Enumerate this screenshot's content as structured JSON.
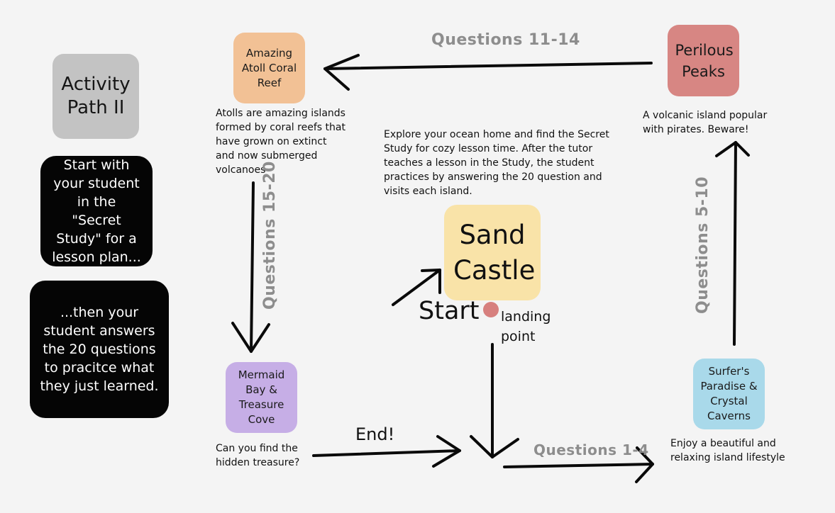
{
  "title": "Activity Path II",
  "intro_step": "Start with your student in the \"Secret Study\" for a lesson plan...",
  "practice_step": "...then your student answers the 20 questions to pracitce what they just learned.",
  "islands": {
    "atoll": {
      "name": "Amazing Atoll Coral Reef",
      "description": "Atolls are amazing islands formed by coral reefs that have grown on extinct and now submerged volcanoes",
      "color": "#f2c195"
    },
    "peaks": {
      "name": "Perilous Peaks",
      "description": "A volcanic island popular with pirates. Beware!",
      "color": "#d78683"
    },
    "mermaid": {
      "name": "Mermaid Bay & Treasure Cove",
      "description": "Can you find the hidden treasure?",
      "color": "#c6aee6"
    },
    "surfer": {
      "name": "Surfer's Paradise & Crystal Caverns",
      "description": "Enjoy a beautiful and relaxing island lifestyle",
      "color": "#a9d9ea"
    },
    "castle": {
      "name": "Sand Castle",
      "color": "#f9e3a8"
    }
  },
  "center_text": "Explore your ocean home and find the Secret Study for cozy lesson time. After the tutor teaches a lesson in the Study, the student practices by answering the 20 question and visits each island.",
  "start_label": "Start",
  "landing_label": "landing point",
  "end_label": "End!",
  "questions": {
    "q1": "Questions 1-4",
    "q2": "Questions 5-10",
    "q3": "Questions 11-14",
    "q4": "Questions 15-20"
  },
  "colors": {
    "dot": "#d7807e",
    "label_gray": "#8d8d8d"
  }
}
